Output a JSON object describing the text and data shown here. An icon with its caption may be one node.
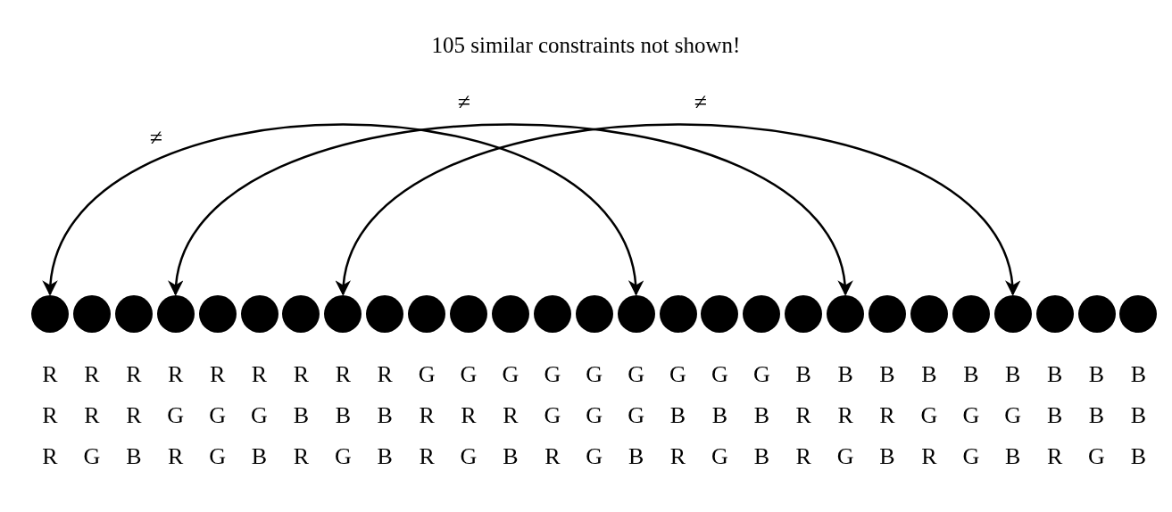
{
  "diagram": {
    "title": "105 similar constraints not shown!",
    "nodes": [
      {
        "text": [],
        "shape": "circle"
      },
      {
        "text": [],
        "shape": "circle"
      },
      {
        "text": [],
        "shape": "circle"
      },
      {
        "text": [],
        "shape": "circle"
      },
      {
        "text": [],
        "shape": "circle"
      },
      {
        "text": [],
        "shape": "circle"
      },
      {
        "text": [],
        "shape": "circle"
      },
      {
        "text": [],
        "shape": "circle"
      },
      {
        "text": [],
        "shape": "circle"
      },
      {
        "text": [],
        "shape": "circle"
      },
      {
        "text": [],
        "shape": "circle"
      },
      {
        "text": [],
        "shape": "circle"
      },
      {
        "text": [],
        "shape": "circle"
      },
      {
        "text": [],
        "shape": "circle"
      },
      {
        "text": [],
        "shape": "circle"
      },
      {
        "text": [],
        "shape": "circle"
      },
      {
        "text": [],
        "shape": "circle"
      },
      {
        "text": [],
        "shape": "circle"
      },
      {
        "text": [],
        "shape": "circle"
      },
      {
        "text": [],
        "shape": "circle"
      },
      {
        "text": [],
        "shape": "circle"
      },
      {
        "text": [],
        "shape": "circle"
      },
      {
        "text": [],
        "shape": "circle"
      },
      {
        "text": [],
        "shape": "circle"
      },
      {
        "text": [],
        "shape": "circle"
      },
      {
        "text": [],
        "shape": "circle"
      },
      {
        "text": [],
        "shape": "circle"
      }
    ],
    "edges": [
      {
        "from": 0,
        "to": 14,
        "arrow": "both",
        "label": "≠"
      },
      {
        "from": 3,
        "to": 19,
        "arrow": "both",
        "label": "≠"
      },
      {
        "from": 7,
        "to": 23,
        "arrow": "both",
        "label": "≠"
      }
    ],
    "labels": [
      "R",
      "R",
      "R",
      "R",
      "R",
      "R",
      "R",
      "R",
      "R",
      "G",
      "G",
      "G",
      "G",
      "G",
      "G",
      "G",
      "G",
      "G",
      "B",
      "B",
      "B",
      "B",
      "B",
      "B",
      "B",
      "B",
      "B",
      "R",
      "R",
      "R",
      "G",
      "G",
      "G",
      "B",
      "B",
      "B",
      "R",
      "R",
      "R",
      "G",
      "G",
      "G",
      "B",
      "B",
      "B",
      "R",
      "R",
      "R",
      "G",
      "G",
      "G",
      "B",
      "B",
      "B",
      "R",
      "G",
      "B",
      "R",
      "G",
      "B",
      "R",
      "G",
      "B",
      "R",
      "G",
      "B",
      "R",
      "G",
      "B",
      "R",
      "G",
      "B",
      "R",
      "G",
      "B",
      "R",
      "G",
      "B",
      "R",
      "G",
      "B"
    ]
  }
}
